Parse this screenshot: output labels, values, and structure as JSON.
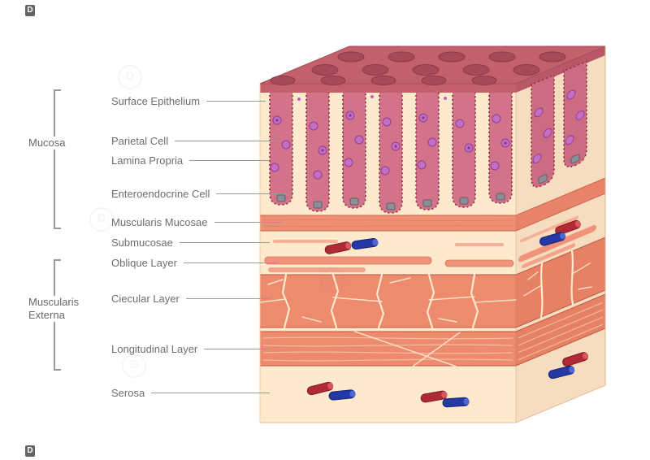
{
  "groups": [
    {
      "id": "mucosa",
      "label": "Mucosa"
    },
    {
      "id": "muscularis-externa",
      "label": "Muscularis Externa"
    }
  ],
  "labels": [
    {
      "text": "Surface Epithelium"
    },
    {
      "text": "Parietal Cell"
    },
    {
      "text": "Lamina Propria"
    },
    {
      "text": "Enteroendocrine Cell"
    },
    {
      "text": "Muscularis Mucosae"
    },
    {
      "text": "Submucosae"
    },
    {
      "text": "Oblique Layer"
    },
    {
      "text": "Ciecular Layer"
    },
    {
      "text": "Longitudinal Layer"
    },
    {
      "text": "Serosa"
    }
  ],
  "watermark": {
    "logo_letter": "D"
  },
  "colors": {
    "label_text": "#6e6e6e",
    "leader_line": "#9a9a9a",
    "top_face": "#c2606c",
    "pit_opening": "#a64a57",
    "mucosa_background": "#fdeacd",
    "side_face": "#f7ddbf",
    "gland": "#d2738a",
    "gland_outline": "#8c2e42",
    "parietal_cell": "#c56ec5",
    "enteroendocrine_cell": "#8d8d95",
    "muscle_layer": "#ee8b6e",
    "muscle_edge": "#b8553f",
    "vessel_red": "#b02a33",
    "vessel_blue": "#2438a6"
  }
}
